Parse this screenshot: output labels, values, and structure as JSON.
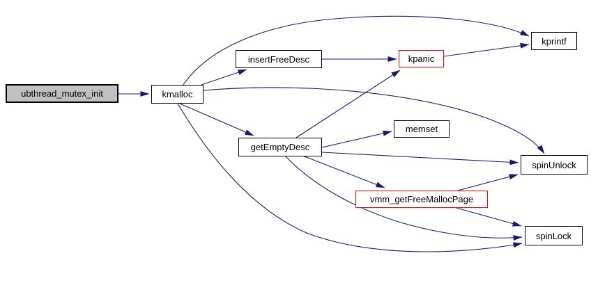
{
  "diagram": {
    "kind": "call-graph",
    "nodes": {
      "ubthread_mutex_init": {
        "label": "ubthread_mutex_init",
        "style": "root"
      },
      "kmalloc": {
        "label": "kmalloc",
        "style": "normal"
      },
      "insertFreeDesc": {
        "label": "insertFreeDesc",
        "style": "normal"
      },
      "kpanic": {
        "label": "kpanic",
        "style": "truncated"
      },
      "kprintf": {
        "label": "kprintf",
        "style": "normal"
      },
      "getEmptyDesc": {
        "label": "getEmptyDesc",
        "style": "normal"
      },
      "memset": {
        "label": "memset",
        "style": "normal"
      },
      "spinUnlock": {
        "label": "spinUnlock",
        "style": "normal"
      },
      "vmm_getFreeMallocPage": {
        "label": "vmm_getFreeMallocPage",
        "style": "truncated"
      },
      "spinLock": {
        "label": "spinLock",
        "style": "normal"
      }
    },
    "edges": [
      {
        "from": "ubthread_mutex_init",
        "to": "kmalloc"
      },
      {
        "from": "kmalloc",
        "to": "kprintf"
      },
      {
        "from": "kmalloc",
        "to": "insertFreeDesc"
      },
      {
        "from": "kmalloc",
        "to": "getEmptyDesc"
      },
      {
        "from": "kmalloc",
        "to": "spinUnlock"
      },
      {
        "from": "kmalloc",
        "to": "spinLock"
      },
      {
        "from": "insertFreeDesc",
        "to": "kpanic"
      },
      {
        "from": "kpanic",
        "to": "kprintf"
      },
      {
        "from": "getEmptyDesc",
        "to": "kpanic"
      },
      {
        "from": "getEmptyDesc",
        "to": "memset"
      },
      {
        "from": "getEmptyDesc",
        "to": "spinUnlock"
      },
      {
        "from": "getEmptyDesc",
        "to": "vmm_getFreeMallocPage"
      },
      {
        "from": "getEmptyDesc",
        "to": "spinLock"
      },
      {
        "from": "vmm_getFreeMallocPage",
        "to": "spinUnlock"
      },
      {
        "from": "vmm_getFreeMallocPage",
        "to": "spinLock"
      }
    ]
  },
  "colors": {
    "edge": "#191970",
    "node_border": "#000000",
    "highlight_border": "#ff0000",
    "root_fill": "#c0c0c0",
    "node_fill": "#ffffff",
    "text": "#000000",
    "background": "#ffffff"
  }
}
